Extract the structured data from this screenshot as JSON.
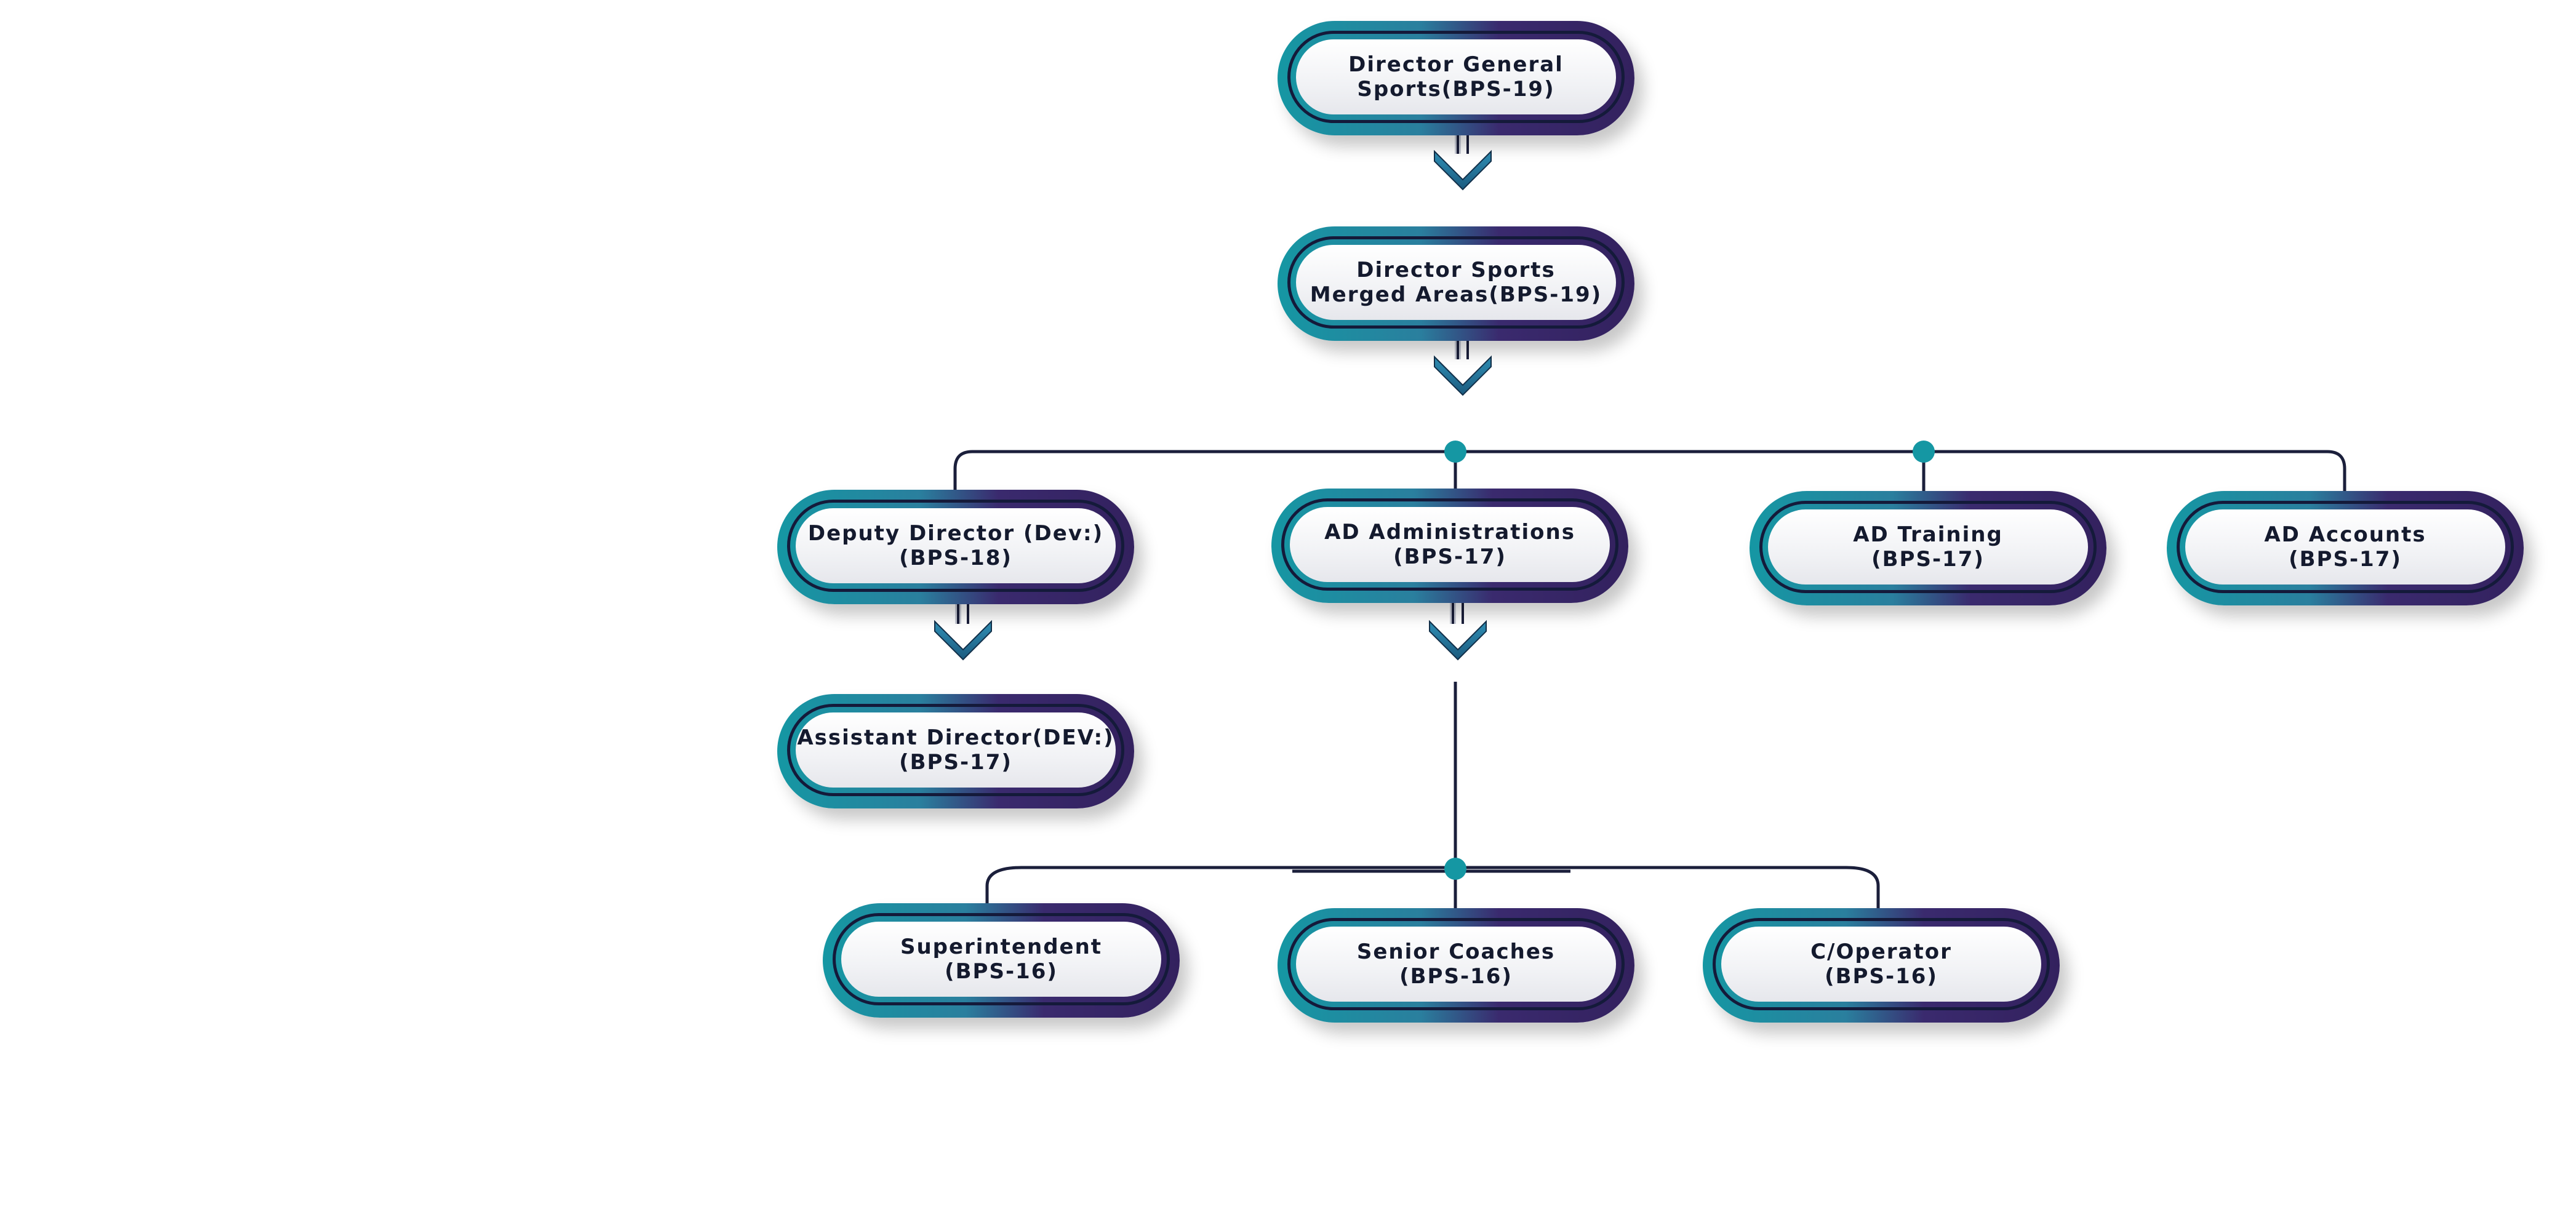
{
  "nodes": {
    "director_general": {
      "line1": "Director General",
      "line2": "Sports(BPS-19)"
    },
    "director_sports": {
      "line1": "Director Sports",
      "line2": "Merged Areas(BPS-19)"
    },
    "deputy_director": {
      "line1": "Deputy Director (Dev:)",
      "line2": "(BPS-18)"
    },
    "ad_administrations": {
      "line1": "AD Administrations",
      "line2": "(BPS-17)"
    },
    "ad_training": {
      "line1": "AD Training",
      "line2": "(BPS-17)"
    },
    "ad_accounts": {
      "line1": "AD Accounts",
      "line2": "(BPS-17)"
    },
    "assistant_director": {
      "line1": "Assistant Director(DEV:)",
      "line2": "(BPS-17)"
    },
    "superintendent": {
      "line1": "Superintendent",
      "line2": "(BPS-16)"
    },
    "senior_coaches": {
      "line1": "Senior Coaches",
      "line2": "(BPS-16)"
    },
    "c_operator": {
      "line1": "C/Operator",
      "line2": "(BPS-16)"
    }
  },
  "colors": {
    "teal": "#1597a3",
    "purple": "#33215e",
    "line": "#1b1f3b",
    "arrow": "#1f6f95",
    "text": "#141a2e"
  }
}
